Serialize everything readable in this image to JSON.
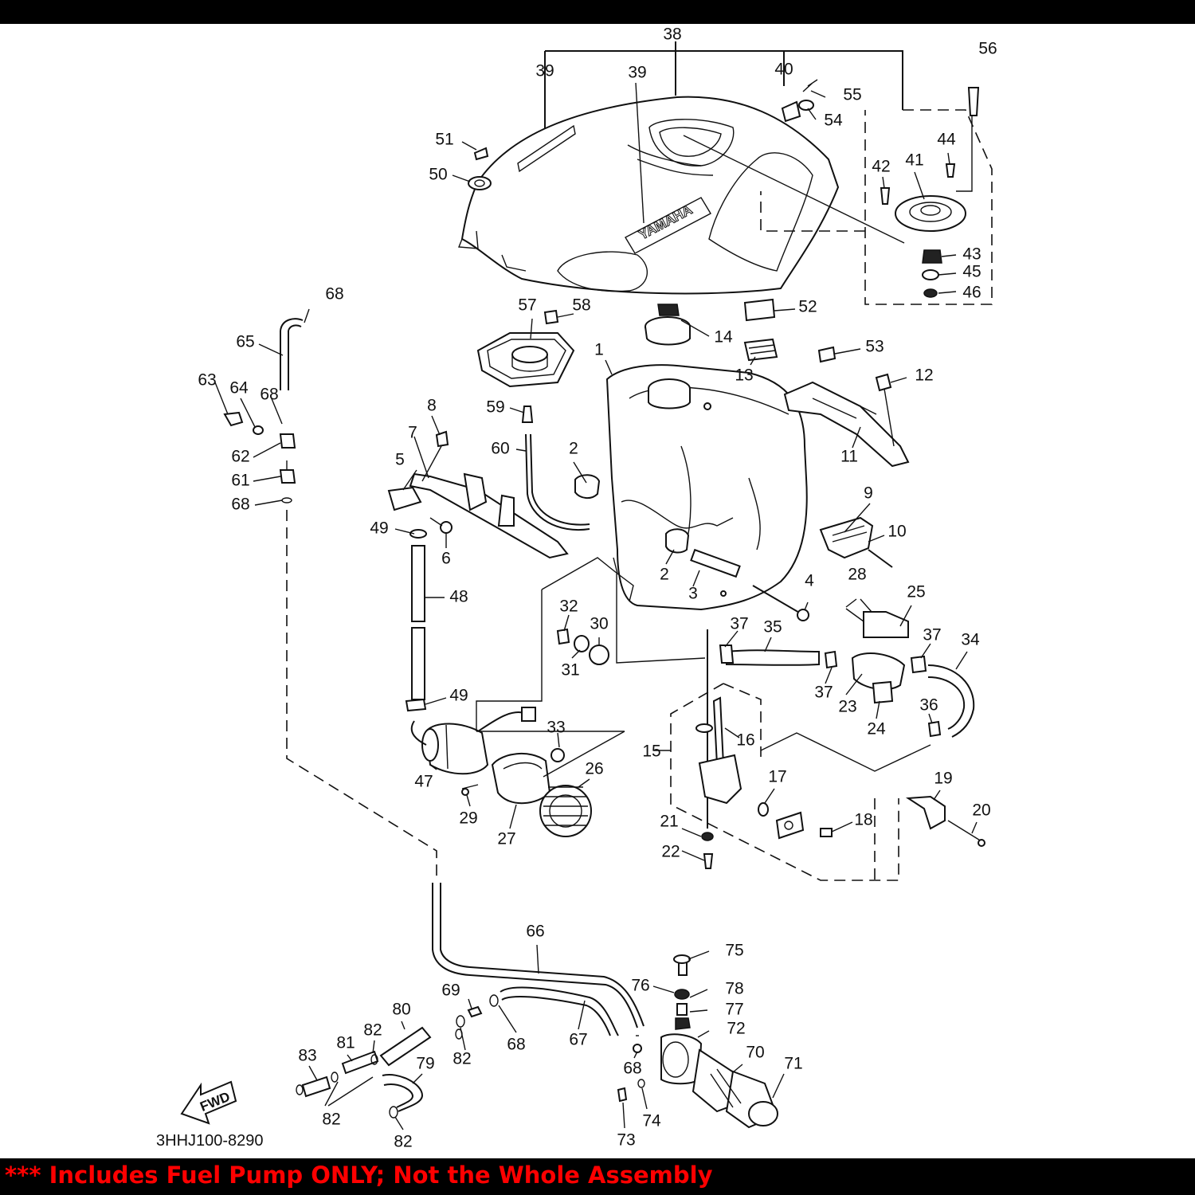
{
  "diagram": {
    "part_code": "3HHJ100-8290",
    "brand_mark": "YAMAHA",
    "direction_tag": "FWD",
    "callouts": [
      {
        "id": "c1",
        "label": "1"
      },
      {
        "id": "c2a",
        "label": "2"
      },
      {
        "id": "c2b",
        "label": "2"
      },
      {
        "id": "c3",
        "label": "3"
      },
      {
        "id": "c4",
        "label": "4"
      },
      {
        "id": "c5",
        "label": "5"
      },
      {
        "id": "c6",
        "label": "6"
      },
      {
        "id": "c7",
        "label": "7"
      },
      {
        "id": "c8",
        "label": "8"
      },
      {
        "id": "c9",
        "label": "9"
      },
      {
        "id": "c10",
        "label": "10"
      },
      {
        "id": "c11",
        "label": "11"
      },
      {
        "id": "c12",
        "label": "12"
      },
      {
        "id": "c13",
        "label": "13"
      },
      {
        "id": "c14",
        "label": "14"
      },
      {
        "id": "c15",
        "label": "15"
      },
      {
        "id": "c16",
        "label": "16"
      },
      {
        "id": "c17",
        "label": "17"
      },
      {
        "id": "c18",
        "label": "18"
      },
      {
        "id": "c19",
        "label": "19"
      },
      {
        "id": "c20",
        "label": "20"
      },
      {
        "id": "c21",
        "label": "21"
      },
      {
        "id": "c22",
        "label": "22"
      },
      {
        "id": "c23",
        "label": "23"
      },
      {
        "id": "c24",
        "label": "24"
      },
      {
        "id": "c25",
        "label": "25"
      },
      {
        "id": "c26",
        "label": "26"
      },
      {
        "id": "c27",
        "label": "27"
      },
      {
        "id": "c28",
        "label": "28"
      },
      {
        "id": "c29",
        "label": "29"
      },
      {
        "id": "c30",
        "label": "30"
      },
      {
        "id": "c31",
        "label": "31"
      },
      {
        "id": "c32",
        "label": "32"
      },
      {
        "id": "c33",
        "label": "33"
      },
      {
        "id": "c34",
        "label": "34"
      },
      {
        "id": "c35",
        "label": "35"
      },
      {
        "id": "c36",
        "label": "36"
      },
      {
        "id": "c37a",
        "label": "37"
      },
      {
        "id": "c37b",
        "label": "37"
      },
      {
        "id": "c37c",
        "label": "37"
      },
      {
        "id": "c38",
        "label": "38"
      },
      {
        "id": "c39a",
        "label": "39"
      },
      {
        "id": "c39b",
        "label": "39"
      },
      {
        "id": "c40",
        "label": "40"
      },
      {
        "id": "c41",
        "label": "41"
      },
      {
        "id": "c42",
        "label": "42"
      },
      {
        "id": "c43",
        "label": "43"
      },
      {
        "id": "c44",
        "label": "44"
      },
      {
        "id": "c45",
        "label": "45"
      },
      {
        "id": "c46",
        "label": "46"
      },
      {
        "id": "c47",
        "label": "47"
      },
      {
        "id": "c48",
        "label": "48"
      },
      {
        "id": "c49a",
        "label": "49"
      },
      {
        "id": "c49b",
        "label": "49"
      },
      {
        "id": "c50",
        "label": "50"
      },
      {
        "id": "c51",
        "label": "51"
      },
      {
        "id": "c52",
        "label": "52"
      },
      {
        "id": "c53",
        "label": "53"
      },
      {
        "id": "c54",
        "label": "54"
      },
      {
        "id": "c55",
        "label": "55"
      },
      {
        "id": "c56",
        "label": "56"
      },
      {
        "id": "c57",
        "label": "57"
      },
      {
        "id": "c58",
        "label": "58"
      },
      {
        "id": "c59",
        "label": "59"
      },
      {
        "id": "c60",
        "label": "60"
      },
      {
        "id": "c61",
        "label": "61"
      },
      {
        "id": "c62",
        "label": "62"
      },
      {
        "id": "c63",
        "label": "63"
      },
      {
        "id": "c64",
        "label": "64"
      },
      {
        "id": "c65",
        "label": "65"
      },
      {
        "id": "c66",
        "label": "66"
      },
      {
        "id": "c67",
        "label": "67"
      },
      {
        "id": "c68a",
        "label": "68"
      },
      {
        "id": "c68b",
        "label": "68"
      },
      {
        "id": "c68c",
        "label": "68"
      },
      {
        "id": "c68d",
        "label": "68"
      },
      {
        "id": "c68e",
        "label": "68"
      },
      {
        "id": "c69",
        "label": "69"
      },
      {
        "id": "c70",
        "label": "70"
      },
      {
        "id": "c71",
        "label": "71"
      },
      {
        "id": "c72",
        "label": "72"
      },
      {
        "id": "c73",
        "label": "73"
      },
      {
        "id": "c74",
        "label": "74"
      },
      {
        "id": "c75",
        "label": "75"
      },
      {
        "id": "c76",
        "label": "76"
      },
      {
        "id": "c77",
        "label": "77"
      },
      {
        "id": "c78",
        "label": "78"
      },
      {
        "id": "c79",
        "label": "79"
      },
      {
        "id": "c80",
        "label": "80"
      },
      {
        "id": "c81",
        "label": "81"
      },
      {
        "id": "c82a",
        "label": "82"
      },
      {
        "id": "c82b",
        "label": "82"
      },
      {
        "id": "c82c",
        "label": "82"
      },
      {
        "id": "c82d",
        "label": "82"
      },
      {
        "id": "c83",
        "label": "83"
      }
    ]
  },
  "footer": {
    "notice": "*** Includes Fuel Pump ONLY; Not the Whole Assembly",
    "color": "#ff0000"
  }
}
